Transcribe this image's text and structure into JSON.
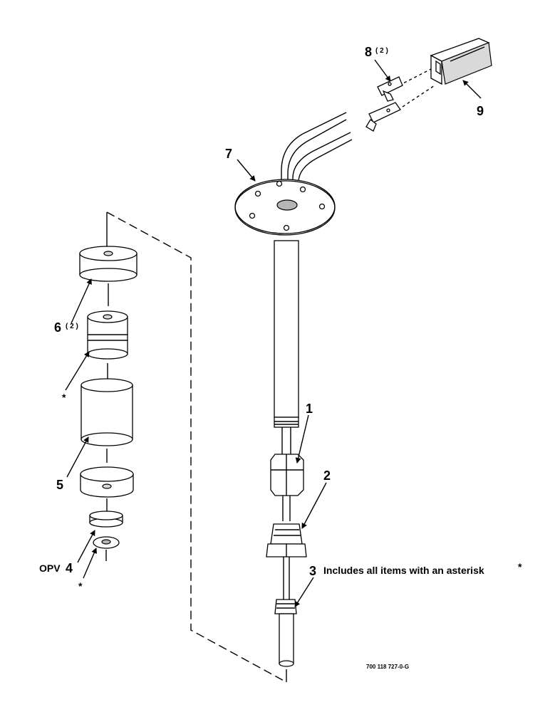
{
  "callouts": {
    "item1": "1",
    "item2": "2",
    "item3": "3",
    "item3_note": "Includes all items with an asterisk",
    "item3_asterisk": "*",
    "item4": "4",
    "item4_prefix": "OPV",
    "item5": "5",
    "item6": "6",
    "item6_qty": "( 2 )",
    "item7": "7",
    "item8": "8",
    "item8_qty": "( 2 )",
    "item9": "9",
    "asterisk_upper": "*",
    "asterisk_lower": "*"
  },
  "drawing_number": "700 118 727-0-G"
}
